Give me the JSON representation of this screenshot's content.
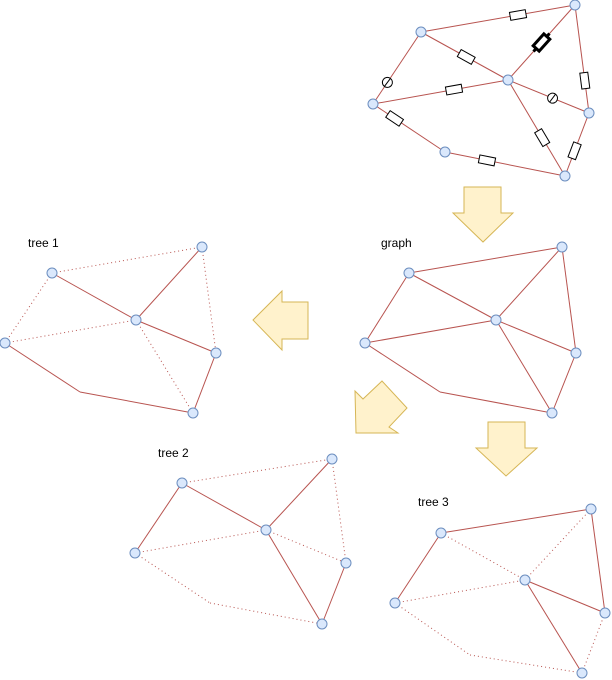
{
  "colors": {
    "edge": "#b85450",
    "node_fill": "#dae8fc",
    "node_stroke": "#6c8ebf",
    "arrow_fill": "#fff2cc",
    "arrow_stroke": "#d6b656",
    "component": "#000000"
  },
  "labels": {
    "graph": "graph",
    "tree1": "tree 1",
    "tree2": "tree 2",
    "tree3": "tree 3"
  },
  "circuit": {
    "edges": [
      {
        "from": "a",
        "to": "b",
        "component": "resistor"
      },
      {
        "from": "b",
        "to": "c",
        "component": "resistor-bold"
      },
      {
        "from": "a",
        "to": "c",
        "component": "resistor"
      },
      {
        "from": "a",
        "to": "d",
        "component": "source"
      },
      {
        "from": "d",
        "to": "c",
        "component": "resistor"
      },
      {
        "from": "c",
        "to": "e",
        "component": "source"
      },
      {
        "from": "b",
        "to": "e",
        "component": "resistor"
      },
      {
        "from": "d",
        "to": "g",
        "component": "resistor"
      },
      {
        "from": "g",
        "to": "f",
        "component": "resistor"
      },
      {
        "from": "c",
        "to": "f",
        "component": "resistor"
      },
      {
        "from": "e",
        "to": "f",
        "component": "resistor"
      }
    ]
  },
  "graphs": [
    {
      "id": "graph",
      "edges": [
        [
          "a",
          "b",
          "solid"
        ],
        [
          "a",
          "c",
          "solid"
        ],
        [
          "c",
          "b",
          "solid"
        ],
        [
          "c",
          "e",
          "solid"
        ],
        [
          "e",
          "f",
          "solid"
        ],
        [
          "d",
          "x",
          "solid"
        ],
        [
          "x",
          "f",
          "solid"
        ],
        [
          "a",
          "d",
          "solid"
        ],
        [
          "d",
          "c",
          "solid"
        ],
        [
          "b",
          "e",
          "solid"
        ],
        [
          "c",
          "f",
          "solid"
        ]
      ]
    },
    {
      "id": "tree1",
      "edges": [
        [
          "a",
          "b",
          "dotted"
        ],
        [
          "a",
          "c",
          "solid"
        ],
        [
          "c",
          "b",
          "solid"
        ],
        [
          "c",
          "e",
          "solid"
        ],
        [
          "e",
          "f",
          "solid"
        ],
        [
          "d",
          "x",
          "solid"
        ],
        [
          "x",
          "f",
          "solid"
        ],
        [
          "a",
          "d",
          "dotted"
        ],
        [
          "d",
          "c",
          "dotted"
        ],
        [
          "b",
          "e",
          "dotted"
        ],
        [
          "c",
          "f",
          "dotted"
        ]
      ]
    },
    {
      "id": "tree2",
      "edges": [
        [
          "a",
          "b",
          "dotted"
        ],
        [
          "a",
          "c",
          "solid"
        ],
        [
          "c",
          "b",
          "solid"
        ],
        [
          "c",
          "e",
          "dotted"
        ],
        [
          "e",
          "f",
          "solid"
        ],
        [
          "d",
          "x",
          "dotted"
        ],
        [
          "x",
          "f",
          "dotted"
        ],
        [
          "a",
          "d",
          "solid"
        ],
        [
          "d",
          "c",
          "dotted"
        ],
        [
          "b",
          "e",
          "dotted"
        ],
        [
          "c",
          "f",
          "solid"
        ]
      ]
    },
    {
      "id": "tree3",
      "edges": [
        [
          "a",
          "b",
          "solid"
        ],
        [
          "a",
          "c",
          "dotted"
        ],
        [
          "c",
          "b",
          "dotted"
        ],
        [
          "c",
          "e",
          "solid"
        ],
        [
          "e",
          "f",
          "dotted"
        ],
        [
          "d",
          "x",
          "dotted"
        ],
        [
          "x",
          "f",
          "dotted"
        ],
        [
          "a",
          "d",
          "solid"
        ],
        [
          "d",
          "c",
          "dotted"
        ],
        [
          "b",
          "e",
          "solid"
        ],
        [
          "c",
          "f",
          "solid"
        ]
      ]
    }
  ],
  "arrows": [
    {
      "id": "arrow-circuit-to-graph",
      "direction": "down"
    },
    {
      "id": "arrow-graph-to-tree1",
      "direction": "left"
    },
    {
      "id": "arrow-graph-to-tree2",
      "direction": "down-left"
    },
    {
      "id": "arrow-graph-to-tree3",
      "direction": "down"
    }
  ]
}
